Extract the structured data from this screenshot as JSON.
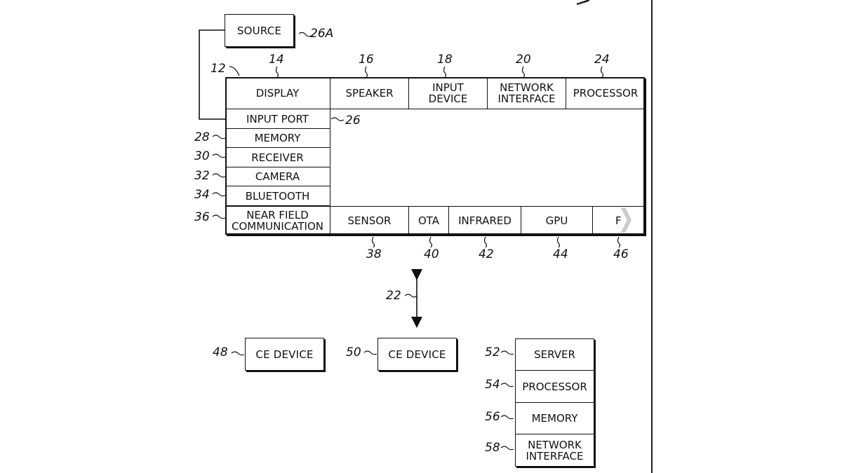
{
  "source": {
    "label": "SOURCE",
    "ref": "26A"
  },
  "device": {
    "ref": "12",
    "top_row": [
      {
        "label": "DISPLAY",
        "ref": "14"
      },
      {
        "label": "SPEAKER",
        "ref": "16"
      },
      {
        "label": "INPUT DEVICE",
        "ref": "18"
      },
      {
        "label": "NETWORK INTERFACE",
        "ref": "20"
      },
      {
        "label": "PROCESSOR",
        "ref": "24"
      }
    ],
    "left_column": [
      {
        "label": "INPUT PORT",
        "ref": "26"
      },
      {
        "label": "MEMORY",
        "ref": "28"
      },
      {
        "label": "RECEIVER",
        "ref": "30"
      },
      {
        "label": "CAMERA",
        "ref": "32"
      },
      {
        "label": "BLUETOOTH",
        "ref": "34"
      }
    ],
    "bottom_row": [
      {
        "label": "NEAR FIELD COMMUNICATION",
        "ref": "36"
      },
      {
        "label": "SENSOR",
        "ref": "38"
      },
      {
        "label": "OTA",
        "ref": "40"
      },
      {
        "label": "INFRARED",
        "ref": "42"
      },
      {
        "label": "GPU",
        "ref": "44"
      },
      {
        "label": "F",
        "ref": "46"
      }
    ],
    "next_icon": "chevron-right-icon"
  },
  "network": {
    "ref": "22"
  },
  "ce_devices": [
    {
      "label": "CE DEVICE",
      "ref": "48"
    },
    {
      "label": "CE DEVICE",
      "ref": "50"
    }
  ],
  "server": {
    "items": [
      {
        "label": "SERVER",
        "ref": "52"
      },
      {
        "label": "PROCESSOR",
        "ref": "54"
      },
      {
        "label": "MEMORY",
        "ref": "56"
      },
      {
        "label": "NETWORK INTERFACE",
        "ref": "58"
      }
    ]
  }
}
